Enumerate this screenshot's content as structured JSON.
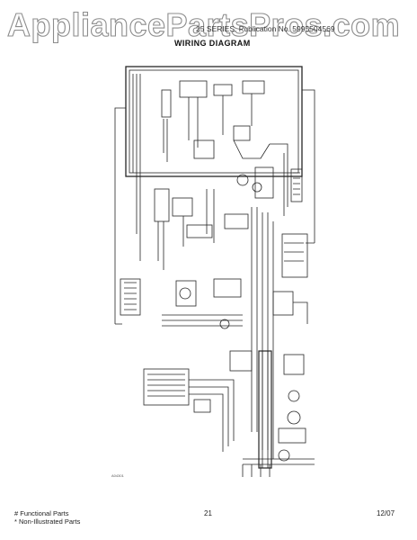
{
  "watermark": "AppliancePartsPros.com",
  "header": {
    "model_ref": "25 SERIES",
    "publication": "Publication No. 5995504569",
    "title": "WIRING DIAGRAM"
  },
  "diagram": {
    "code": "A04301"
  },
  "footer": {
    "legend_functional": "# Functional Parts",
    "legend_non_illustrated": "* Non-Illustrated Parts",
    "page_number": "21",
    "date": "12/07"
  }
}
